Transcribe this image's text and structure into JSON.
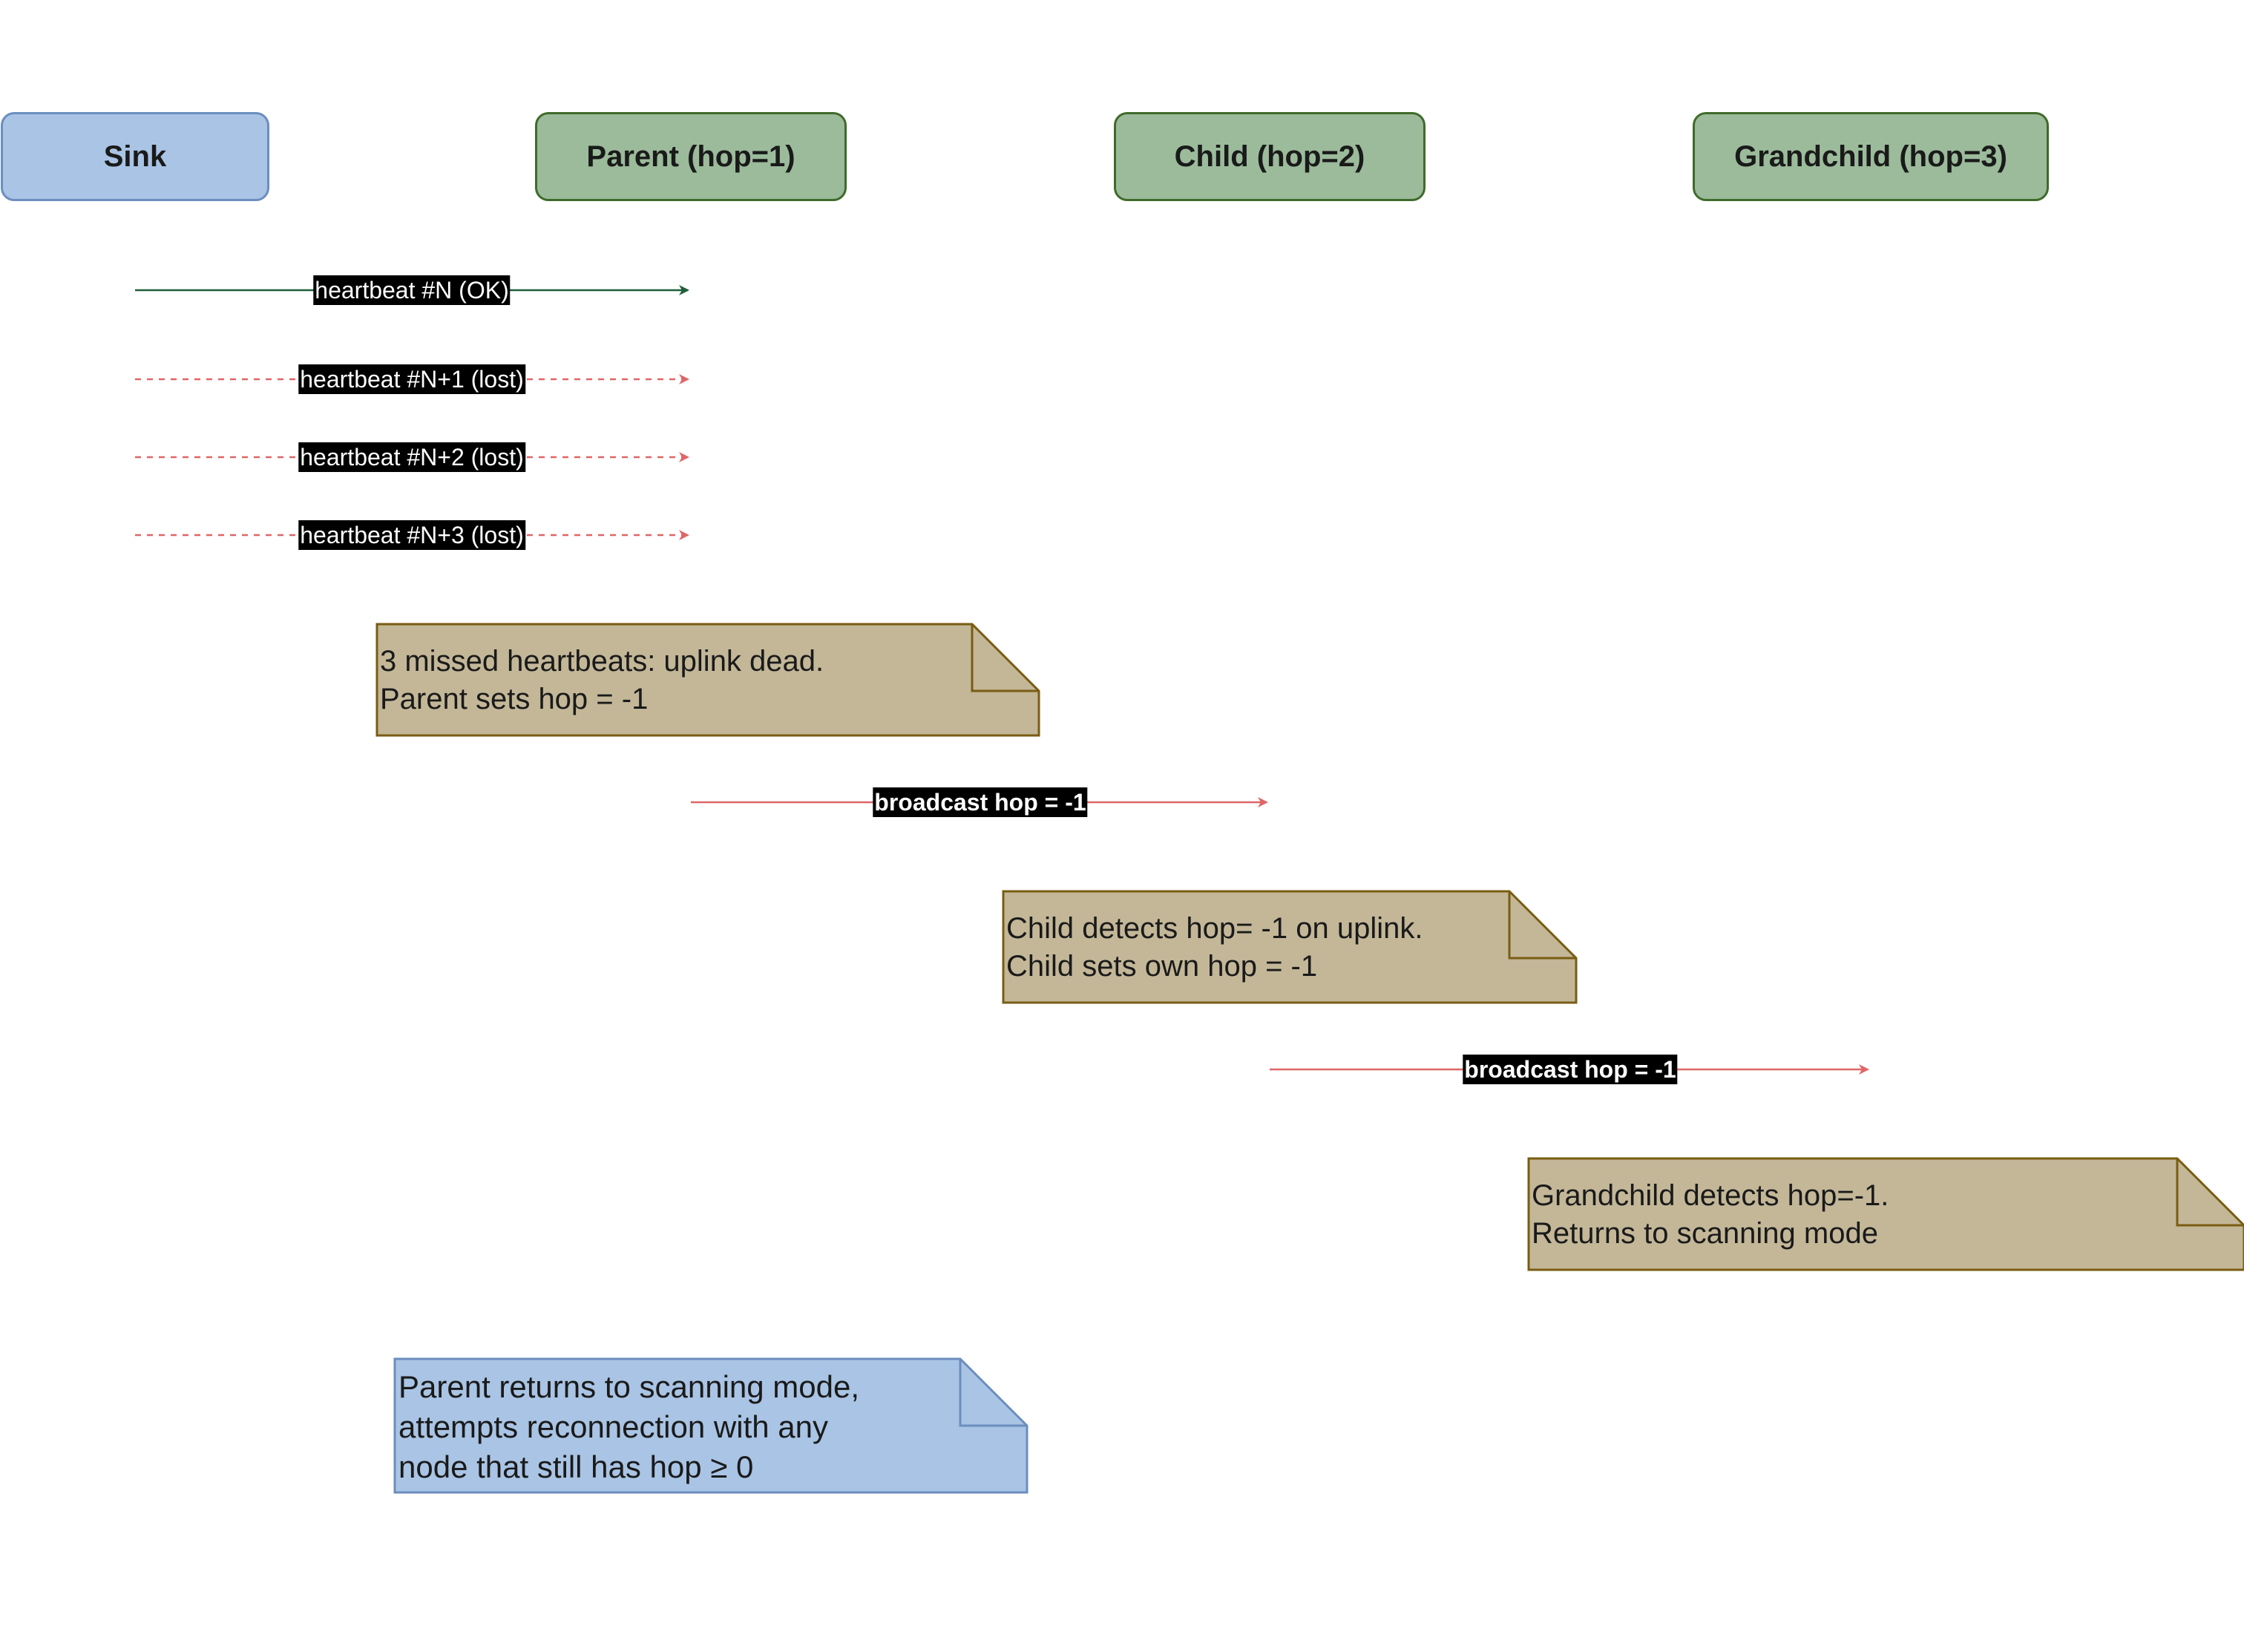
{
  "colors": {
    "sink_fill": "#a9c4e4",
    "sink_stroke": "#6c8ebf",
    "node_fill": "#9bbb9b",
    "node_stroke": "#3f6b2a",
    "ok_arrow": "#1e5e3a",
    "lost_arrow": "#e06666",
    "note_fill": "#c3b798",
    "note_stroke": "#7a5c12",
    "note_blue_fill": "#a9c4e4",
    "note_blue_stroke": "#6c8ebf"
  },
  "lifelines": [
    {
      "id": "sink",
      "label": "Sink"
    },
    {
      "id": "parent",
      "label": "Parent (hop=1)"
    },
    {
      "id": "child",
      "label": "Child (hop=2)"
    },
    {
      "id": "grandchild",
      "label": "Grandchild (hop=3)"
    }
  ],
  "messages": [
    {
      "from": "sink",
      "to": "parent",
      "label": "heartbeat #N (OK)",
      "style": "ok"
    },
    {
      "from": "sink",
      "to": "parent",
      "label": "heartbeat #N+1 (lost)",
      "style": "lost"
    },
    {
      "from": "sink",
      "to": "parent",
      "label": "heartbeat #N+2 (lost)",
      "style": "lost"
    },
    {
      "from": "sink",
      "to": "parent",
      "label": "heartbeat #N+3 (lost)",
      "style": "lost"
    },
    {
      "from": "parent",
      "to": "child",
      "label": "broadcast hop = -1",
      "style": "broadcast"
    },
    {
      "from": "child",
      "to": "grandchild",
      "label": "broadcast hop = -1",
      "style": "broadcast"
    }
  ],
  "notes": [
    {
      "text": "3 missed heartbeats: uplink dead.\nParent sets hop = -1",
      "color": "tan"
    },
    {
      "text": "Child detects hop= -1 on uplink.\nChild sets own hop = -1",
      "color": "tan"
    },
    {
      "text": "Grandchild detects hop=-1.\nReturns to scanning mode",
      "color": "tan"
    },
    {
      "text": "Parent returns to scanning mode,\nattempts reconnection with any\nnode that still has hop ≥ 0",
      "color": "blue"
    }
  ]
}
